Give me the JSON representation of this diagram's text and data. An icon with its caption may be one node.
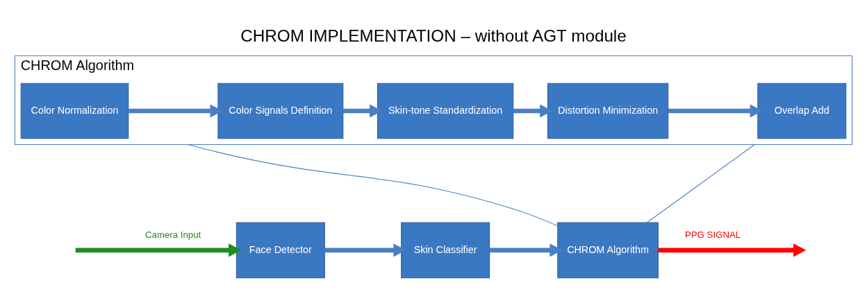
{
  "diagram": {
    "title": "CHROM IMPLEMENTATION – without AGT module",
    "nodes": [
      {
        "text": [
          "Face Detector"
        ]
      },
      {
        "text": [
          "Skin Classifier"
        ]
      },
      {
        "text": [
          "CHROM Algorithm"
        ]
      },
      {
        "text": [
          "CHROM Algorithm"
        ]
      },
      {
        "text": [
          "Color Normalization"
        ],
        "in": 3
      },
      {
        "text": [
          "Color Signals Definition"
        ],
        "in": 3
      },
      {
        "text": [
          "Skin-tone Standardization"
        ],
        "in": 3
      },
      {
        "text": [
          "Distortion Minimization"
        ],
        "in": 3
      },
      {
        "text": [
          "Overlap Add"
        ],
        "in": 3
      }
    ],
    "edges": [
      {
        "from": null,
        "to": 0,
        "arrow": "to",
        "label": "Camera Input",
        "color": "#1e8c1e"
      },
      {
        "from": 0,
        "to": 1,
        "arrow": "to"
      },
      {
        "from": 1,
        "to": 2,
        "arrow": "to"
      },
      {
        "from": 2,
        "to": null,
        "arrow": "to",
        "label": "PPG SIGNAL",
        "color": "#ff0000"
      },
      {
        "from": 2,
        "to": 3,
        "arrow": "none"
      },
      {
        "from": 2,
        "to": 3,
        "arrow": "none"
      },
      {
        "from": 4,
        "to": 5,
        "arrow": "to"
      },
      {
        "from": 5,
        "to": 6,
        "arrow": "to"
      },
      {
        "from": 6,
        "to": 7,
        "arrow": "to"
      },
      {
        "from": 7,
        "to": 8,
        "arrow": "to"
      }
    ]
  }
}
